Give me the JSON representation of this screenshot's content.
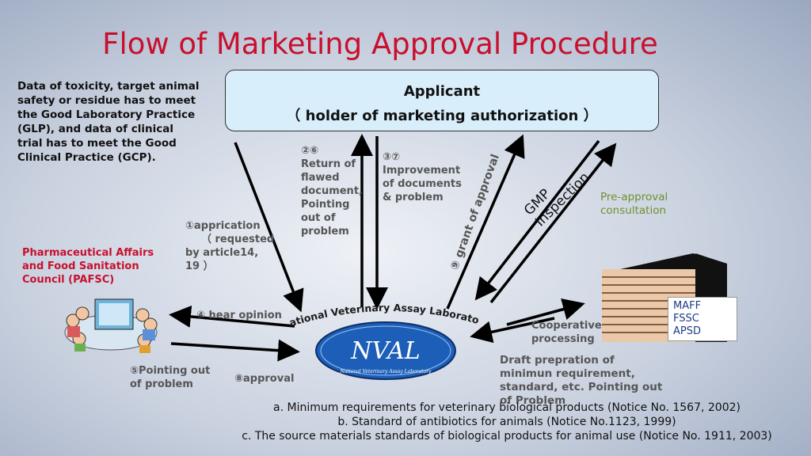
{
  "title": "Flow of Marketing Approval Procedure",
  "left_note": "Data of toxicity, target animal safety or residue has to meet the Good Laboratory Practice (GLP), and data of clinical trial has to meet the Good Clinical Practice (GCP).",
  "applicant": {
    "line1": "Applicant",
    "line2": "（ holder of marketing authorization ）"
  },
  "pafsc": "Pharmaceutical Affairs and Food Sanitation Council (PAFSC)",
  "nval": {
    "arc_label": "National Veterinary Assay Laboratory",
    "logo": "NVAL",
    "logo_sub": "National Veterinary Assay Laboratory"
  },
  "maff": [
    "MAFF",
    "FSSC",
    "APSD"
  ],
  "steps": {
    "s1a": "①apprication",
    "s1b": "（ requested",
    "s1c": "by article14,",
    "s1d": "19 ）",
    "s26_num": "②⑥",
    "s26_text": "Return of flawed document, Pointing out of problem",
    "s37_num": "③⑦",
    "s37_text": "Improvement of documents & problem",
    "s4": "④  hear opinion",
    "s5": "⑤Pointing out of problem",
    "s8": "⑧approval",
    "s9": "⑨ grant of approval",
    "gmp": "GMP Inspection",
    "preapproval": "Pre-approval consultation",
    "coop": "Cooperative processing",
    "draft": "Draft prepration of minimun requirement, standard, etc. Pointing out of Problem"
  },
  "references": [
    "a. Minimum requirements for veterinary biological products (Notice No. 1567, 2002)",
    "b. Standard of antibiotics for animals (Notice No.1123, 1999)",
    "c. The source materials standards of biological products for animal use (Notice No. 1911, 2003)"
  ],
  "colors": {
    "title": "#c8102e",
    "applicant_fill": "#d8eefb",
    "nval_fill": "#1d5fb8",
    "green": "#6f8f2e"
  },
  "icons": [
    "meeting-clipart",
    "building-icon"
  ]
}
